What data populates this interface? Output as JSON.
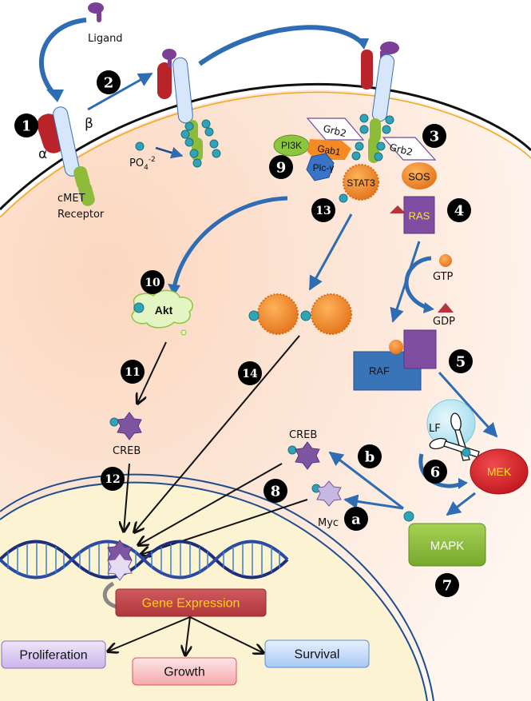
{
  "title": "cMET receptor signaling pathway",
  "colors": {
    "cytoplasm": "#fbdcc6",
    "nucleus": "#fcf3d3",
    "membrane": "#111111",
    "membrane_inner": "#f0a81c",
    "nuclear_envelope": "#1f4e8c",
    "arrow_blue": "#2e6db3",
    "phosphate": "#2fa3b7",
    "alpha_chain": "#b8242a",
    "beta_chain": "#d6e6fb",
    "kinase_domain": "#8dbb3a",
    "ligand": "#7b3f98",
    "gene_expression_box": "#c0444a",
    "gene_expression_text": "#ffd21a",
    "mek": "#d92127",
    "mek_text": "#ffe61a",
    "ras": "#7f4ea3",
    "ras_text": "#ffe61a",
    "raf": "#3a74b8",
    "mapk": "#8cbf3a",
    "sos": "#f28a1e",
    "stat3": "#f28a1e",
    "pi3k": "#8cc63f",
    "plc": "#3a74c8",
    "gab1": "#f58a24",
    "creb": "#7d55a0",
    "myc": "#c7b8e3",
    "akt": "#e4f5c4"
  },
  "labels": {
    "ligand": "Ligand",
    "alpha": "α",
    "beta": "β",
    "receptor_line1": "cMET",
    "receptor_line2": "Receptor",
    "phosphate": "PO",
    "phosphate_sub": "4",
    "phosphate_sup": "-2",
    "grb2_a": "Grb2",
    "grb2_b": "Grb2",
    "pi3k": "PI3K",
    "gab1": "Gab1",
    "plc": "Plc-γ",
    "stat3": "STAT3",
    "sos": "SOS",
    "ras": "RAS",
    "gtp": "GTP",
    "gdp": "GDP",
    "raf": "RAF",
    "lf": "LF",
    "mek": "MEK",
    "mapk": "MAPK",
    "akt": "Akt",
    "creb_cyto": "CREB",
    "creb_mapk": "CREB",
    "myc": "Myc",
    "gene_expression": "Gene Expression",
    "proliferation": "Proliferation",
    "growth": "Growth",
    "survival": "Survival"
  },
  "step_markers": [
    "1",
    "2",
    "3",
    "4",
    "5",
    "6",
    "7",
    "8",
    "9",
    "10",
    "11",
    "12",
    "13",
    "14",
    "a",
    "b"
  ],
  "icons": {
    "scissors": "scissors-icon",
    "phosphate": "phosphate-circle-icon",
    "dna": "dna-helix-icon"
  }
}
